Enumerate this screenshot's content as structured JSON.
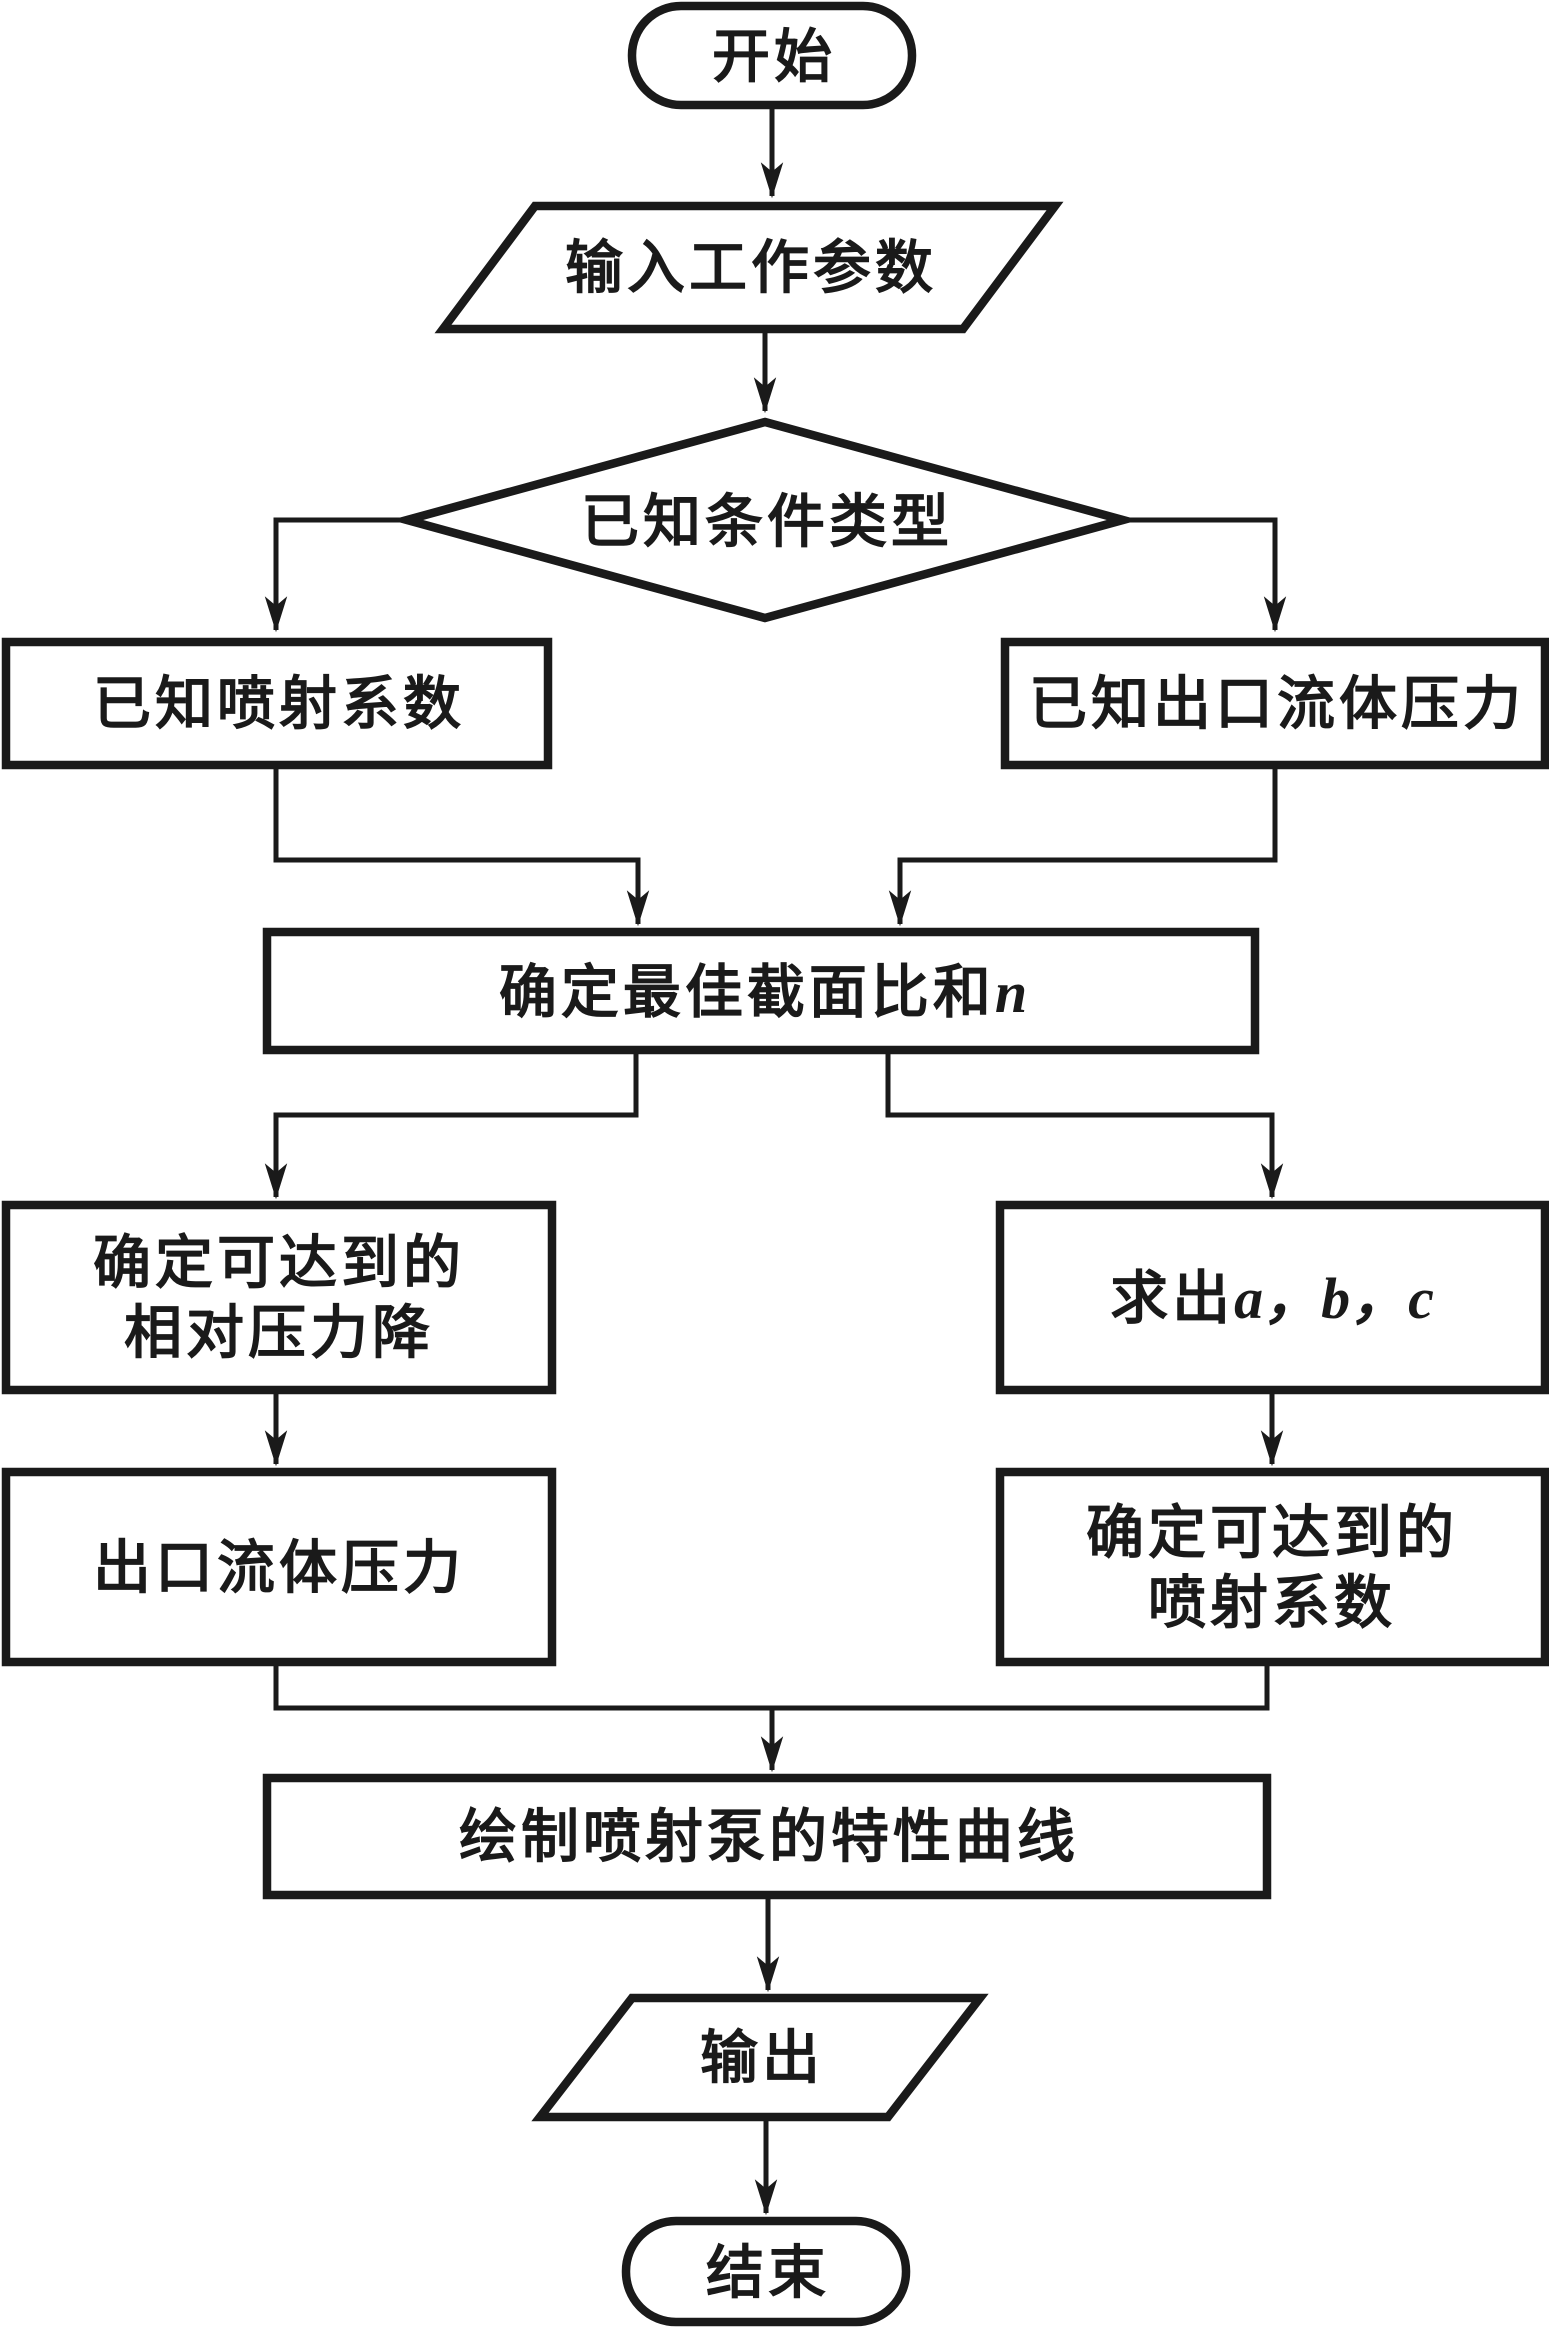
{
  "figure": {
    "title": "jet-pump characteristic curve calculation flowchart",
    "background_color": "#ffffff",
    "line_color": "#1a1a1a",
    "nodes": {
      "start": {
        "shape": "stadium",
        "label": "开始"
      },
      "input": {
        "shape": "parallelogram",
        "label": "输入工作参数"
      },
      "decision": {
        "shape": "diamond",
        "label": "已知条件类型"
      },
      "known_injection_coeff": {
        "shape": "rect",
        "label": "已知喷射系数"
      },
      "known_outlet_pressure": {
        "shape": "rect",
        "label": "已知出口流体压力"
      },
      "optimal_section_ratio": {
        "shape": "rect",
        "label_prefix": "确定最佳截面比和",
        "label_var": "n"
      },
      "relative_pressure_drop": {
        "shape": "rect",
        "line1": "确定可达到的",
        "line2": "相对压力降"
      },
      "solve_abc": {
        "shape": "rect",
        "label_prefix": "求出",
        "label_vars": "a，b，c"
      },
      "outlet_pressure": {
        "shape": "rect",
        "label": "出口流体压力"
      },
      "achievable_injection_coeff": {
        "shape": "rect",
        "line1": "确定可达到的",
        "line2": "喷射系数"
      },
      "draw_curve": {
        "shape": "rect",
        "label": "绘制喷射泵的特性曲线"
      },
      "output": {
        "shape": "parallelogram",
        "label": "输出"
      },
      "end": {
        "shape": "stadium",
        "label": "结束"
      }
    }
  }
}
